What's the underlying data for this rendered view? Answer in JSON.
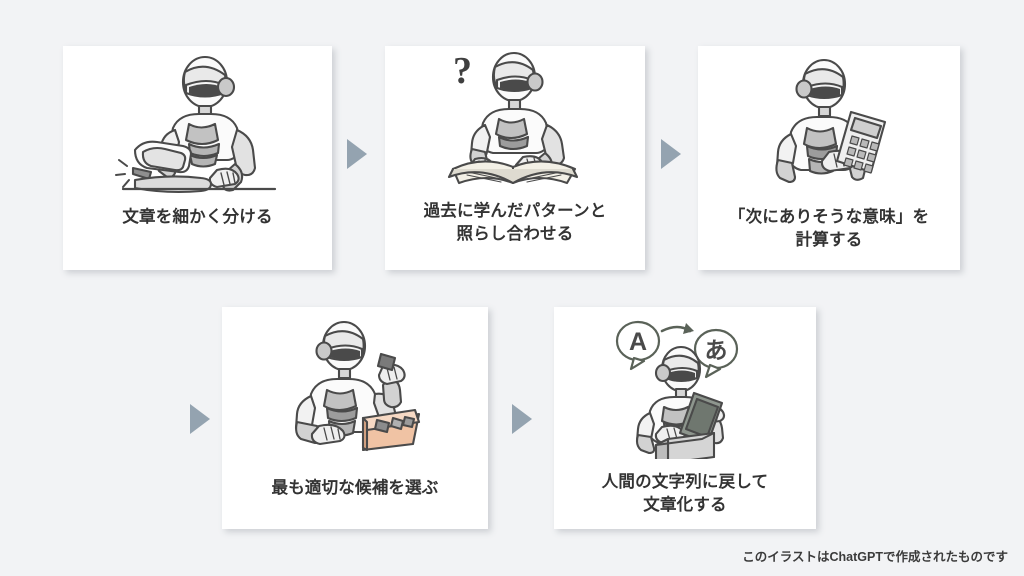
{
  "background_color": "#f2f3f5",
  "card_background": "#ffffff",
  "label_color": "#333333",
  "arrow_color": "#94a3b0",
  "flow": {
    "steps": [
      {
        "index": 1,
        "label": "文章を細かく分ける",
        "illustration": "robot-cutting-text-with-saw-icon"
      },
      {
        "index": 2,
        "label": "過去に学んだパターンと\n照らし合わせる",
        "label_line_1": "過去に学んだパターンと",
        "label_line_2": "照らし合わせる",
        "illustration": "robot-reading-book-with-question-mark-icon"
      },
      {
        "index": 3,
        "label": "「次にありそうな意味」を\n計算する",
        "label_line_1": "「次にありそうな意味」を",
        "label_line_2": "計算する",
        "illustration": "robot-with-calculator-icon"
      },
      {
        "index": 4,
        "label": "最も適切な候補を選ぶ",
        "illustration": "robot-picking-block-from-box-icon"
      },
      {
        "index": 5,
        "label": "人間の文字列に戻して\n文章化する",
        "label_line_1": "人間の文字列に戻して",
        "label_line_2": "文章化する",
        "illustration": "robot-with-tablet-translating-icon",
        "bubble_left_text": "A",
        "bubble_right_text": "あ"
      }
    ],
    "arrows": [
      {
        "name": "arrow-step1-to-step2",
        "glyph": "triangle-right-icon"
      },
      {
        "name": "arrow-step2-to-step3",
        "glyph": "triangle-right-icon"
      },
      {
        "name": "arrow-step3-to-step4",
        "glyph": "triangle-right-icon"
      },
      {
        "name": "arrow-step4-to-step5",
        "glyph": "triangle-right-icon"
      }
    ]
  },
  "footer": {
    "note": "このイラストはChatGPTで作成されたものです"
  }
}
